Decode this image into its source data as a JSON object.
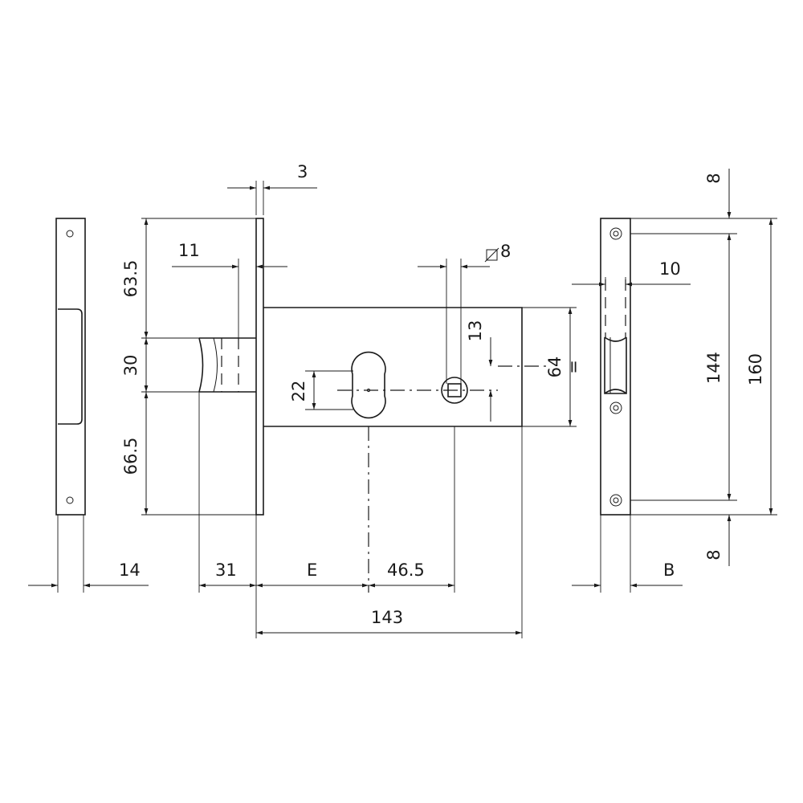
{
  "labels": {
    "strike_thickness": "3",
    "latch_offset": "11",
    "keyhole_diameter": "⌀8",
    "faceplate_width": "10",
    "top_edge": "8",
    "bottom_edge": "8",
    "hole_spacing": "144",
    "strike_length": "160",
    "upper_height": "63.5",
    "latch_height": "30",
    "lower_height": "66.5",
    "cylinder_height": "22",
    "spindle_offset": "13",
    "case_height": "64",
    "front_width": "14",
    "latch_throw": "31",
    "backset": "E",
    "center_distance": "46.5",
    "strike_depth": "B",
    "case_length": "143",
    "equal_mark": "="
  }
}
